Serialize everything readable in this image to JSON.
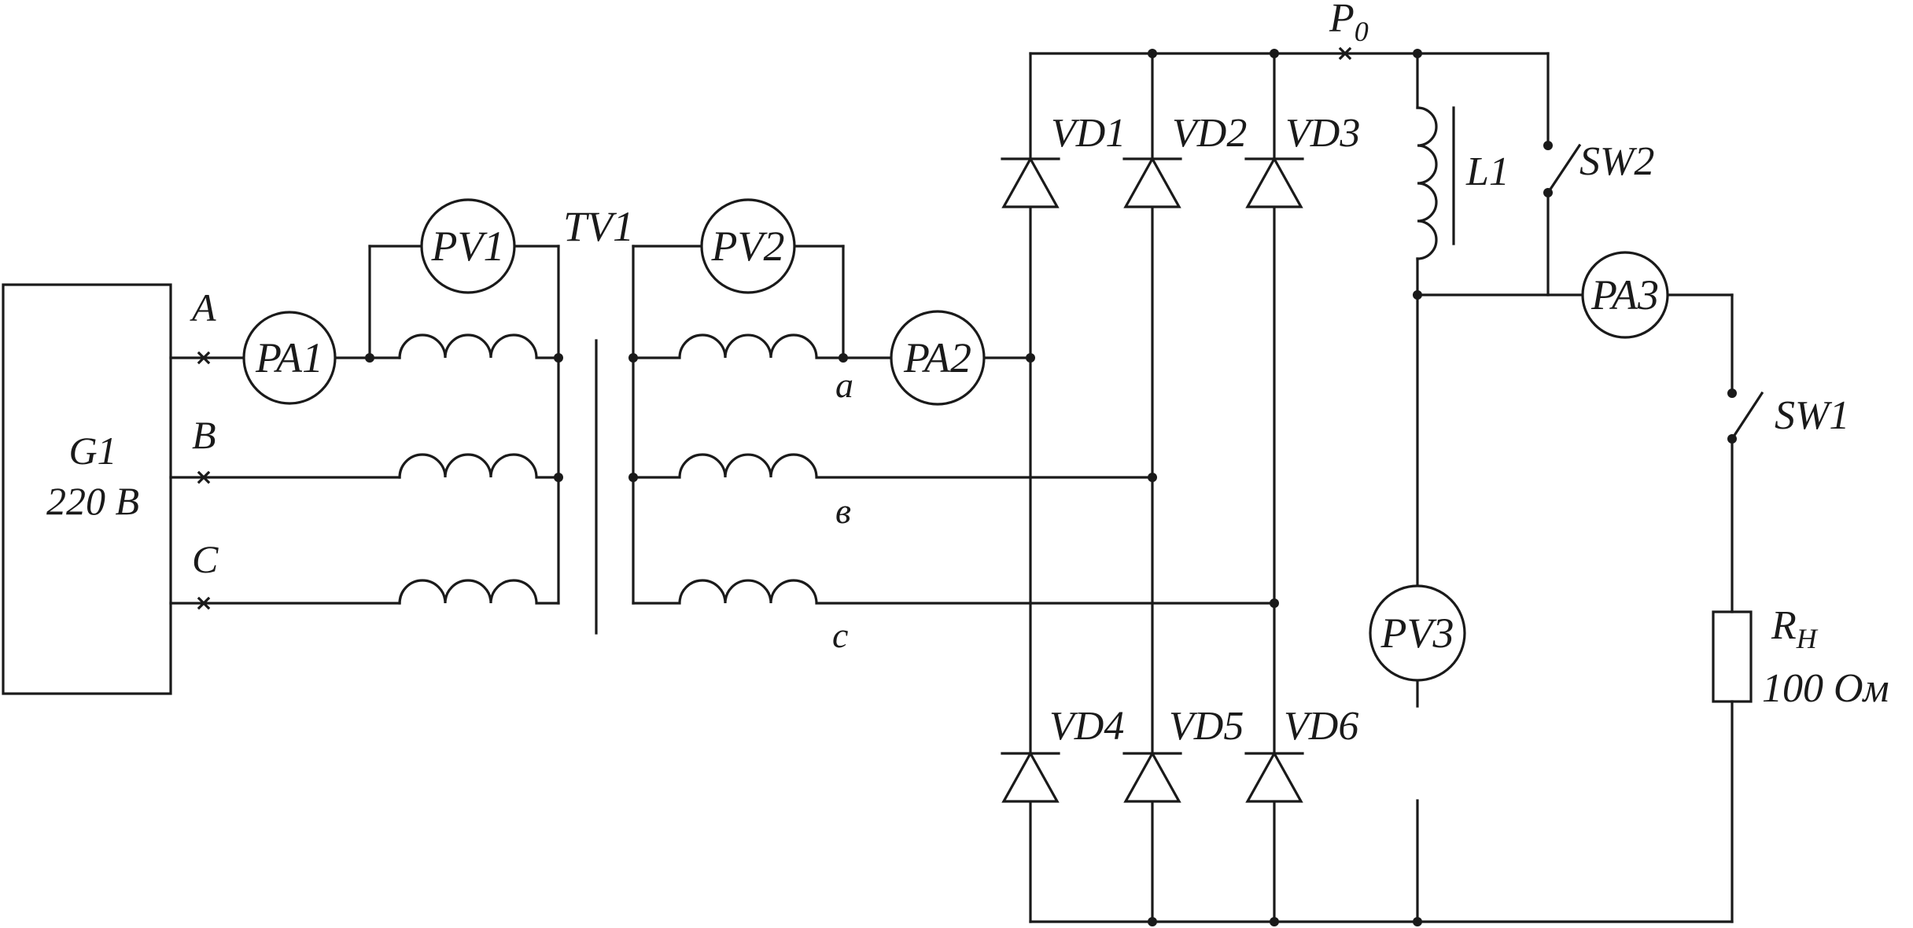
{
  "generator": {
    "name": "G1",
    "voltage": "220 В"
  },
  "phases": {
    "input": [
      "A",
      "B",
      "C"
    ],
    "output": [
      "a",
      "в",
      "с"
    ]
  },
  "transformer": "TV1",
  "meters": {
    "pa1": "PA1",
    "pv1": "PV1",
    "pv2": "PV2",
    "pa2": "PA2",
    "pa3": "PA3",
    "pv3": "PV3"
  },
  "diodes": {
    "vd1": "VD1",
    "vd2": "VD2",
    "vd3": "VD3",
    "vd4": "VD4",
    "vd5": "VD5",
    "vd6": "VD6"
  },
  "inductor": "L1",
  "point": {
    "letter": "P",
    "subscript": "0"
  },
  "switches": {
    "sw1": "SW1",
    "sw2": "SW2"
  },
  "load": {
    "symbol": "R",
    "subscript": "Н",
    "value": "100 Ом"
  }
}
